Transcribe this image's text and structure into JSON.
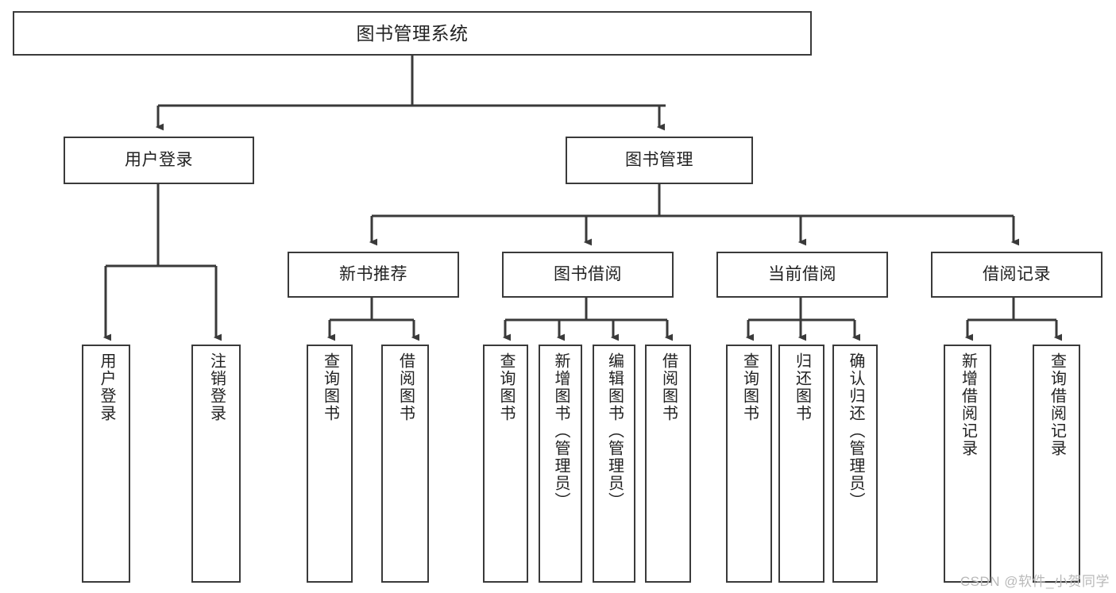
{
  "diagram": {
    "type": "tree-hierarchy-chart",
    "title": "图书管理系统",
    "stroke_color": "#3a3a3a",
    "text_color": "#222222",
    "background": "#ffffff",
    "levels": [
      {
        "level": 1,
        "nodes": [
          {
            "id": "root",
            "label": "图书管理系统",
            "orientation": "horizontal"
          }
        ]
      },
      {
        "level": 2,
        "nodes": [
          {
            "id": "user-login",
            "label": "用户登录",
            "orientation": "horizontal"
          },
          {
            "id": "book-manage",
            "label": "图书管理",
            "orientation": "horizontal"
          }
        ]
      },
      {
        "level": 3,
        "nodes": [
          {
            "id": "new-book-rec",
            "label": "新书推荐",
            "orientation": "horizontal"
          },
          {
            "id": "book-borrow",
            "label": "图书借阅",
            "orientation": "horizontal"
          },
          {
            "id": "current-borrow",
            "label": "当前借阅",
            "orientation": "horizontal"
          },
          {
            "id": "borrow-record",
            "label": "借阅记录",
            "orientation": "horizontal"
          }
        ]
      },
      {
        "level": 4,
        "nodes": [
          {
            "id": "leaf-user-login",
            "label": "用户登录",
            "orientation": "vertical",
            "parent": "user-login"
          },
          {
            "id": "leaf-logout",
            "label": "注销登录",
            "orientation": "vertical",
            "parent": "user-login"
          },
          {
            "id": "leaf-query-book-1",
            "label": "查询图书",
            "orientation": "vertical",
            "parent": "new-book-rec"
          },
          {
            "id": "leaf-borrow-book-1",
            "label": "借阅图书",
            "orientation": "vertical",
            "parent": "new-book-rec"
          },
          {
            "id": "leaf-query-book-2",
            "label": "查询图书",
            "orientation": "vertical",
            "parent": "book-borrow"
          },
          {
            "id": "leaf-add-book",
            "label": "新增图书（管理员）",
            "orientation": "vertical",
            "parent": "book-borrow"
          },
          {
            "id": "leaf-edit-book",
            "label": "编辑图书（管理员）",
            "orientation": "vertical",
            "parent": "book-borrow"
          },
          {
            "id": "leaf-borrow-book-2",
            "label": "借阅图书",
            "orientation": "vertical",
            "parent": "book-borrow"
          },
          {
            "id": "leaf-query-book-3",
            "label": "查询图书",
            "orientation": "vertical",
            "parent": "current-borrow"
          },
          {
            "id": "leaf-return-book",
            "label": "归还图书",
            "orientation": "vertical",
            "parent": "current-borrow"
          },
          {
            "id": "leaf-confirm-return",
            "label": "确认归还（管理员）",
            "orientation": "vertical",
            "parent": "current-borrow"
          },
          {
            "id": "leaf-add-record",
            "label": "新增借阅记录",
            "orientation": "vertical",
            "parent": "borrow-record"
          },
          {
            "id": "leaf-query-record",
            "label": "查询借阅记录",
            "orientation": "vertical",
            "parent": "borrow-record"
          }
        ]
      }
    ]
  },
  "watermark": {
    "text": "CSDN @软件_小贺同学"
  }
}
